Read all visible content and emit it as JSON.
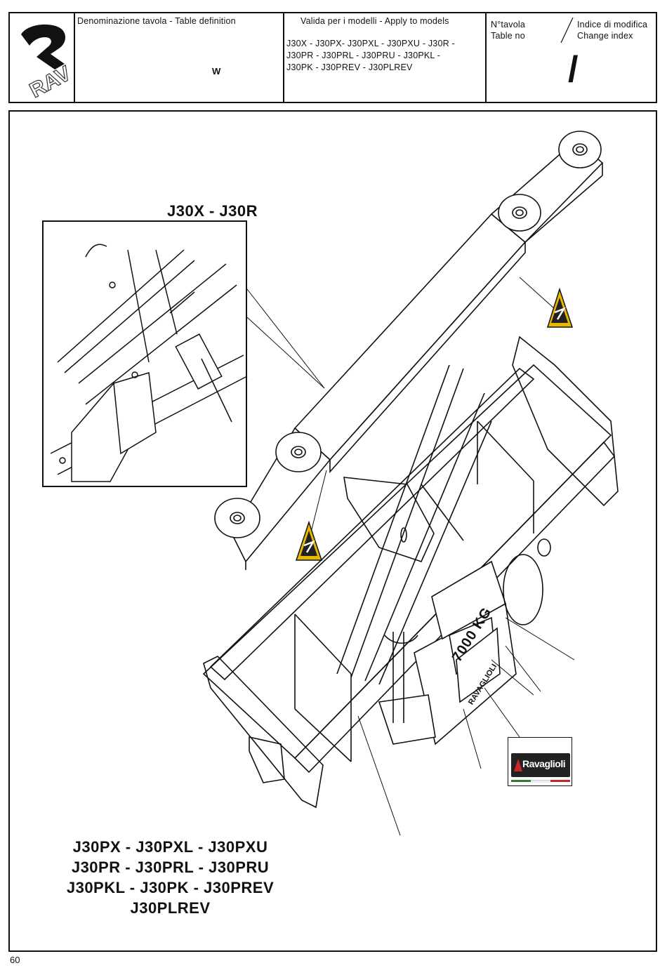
{
  "header": {
    "logo_text": "RAV",
    "definition_label": "Denominazione tavola - Table definition",
    "definition_value": "W",
    "models_label": "Valida per i modelli - Apply to models",
    "models_lines": [
      "J30X - J30PX- J30PXL - J30PXU - J30R -",
      "J30PR - J30PRL - J30PRU - J30PKL -",
      "J30PK - J30PREV - J30PLREV"
    ],
    "table_no_label_it": "N°tavola",
    "table_no_label_en": "Table no",
    "change_index_label_it": "Indice di modifica",
    "change_index_label_en": "Change index",
    "change_index_value": "/"
  },
  "drawing": {
    "inset_title": "J30X - J30R",
    "plate_lines": [
      "7000 KG",
      "RAVAGLIOLI"
    ],
    "brand_label": "Ravaglioli",
    "models_caption": [
      "J30PX - J30PXL - J30PXU",
      "J30PR - J30PRL - J30PRU",
      "J30PKL - J30PK - J30PREV",
      "J30PLREV"
    ]
  },
  "page_number": "60"
}
